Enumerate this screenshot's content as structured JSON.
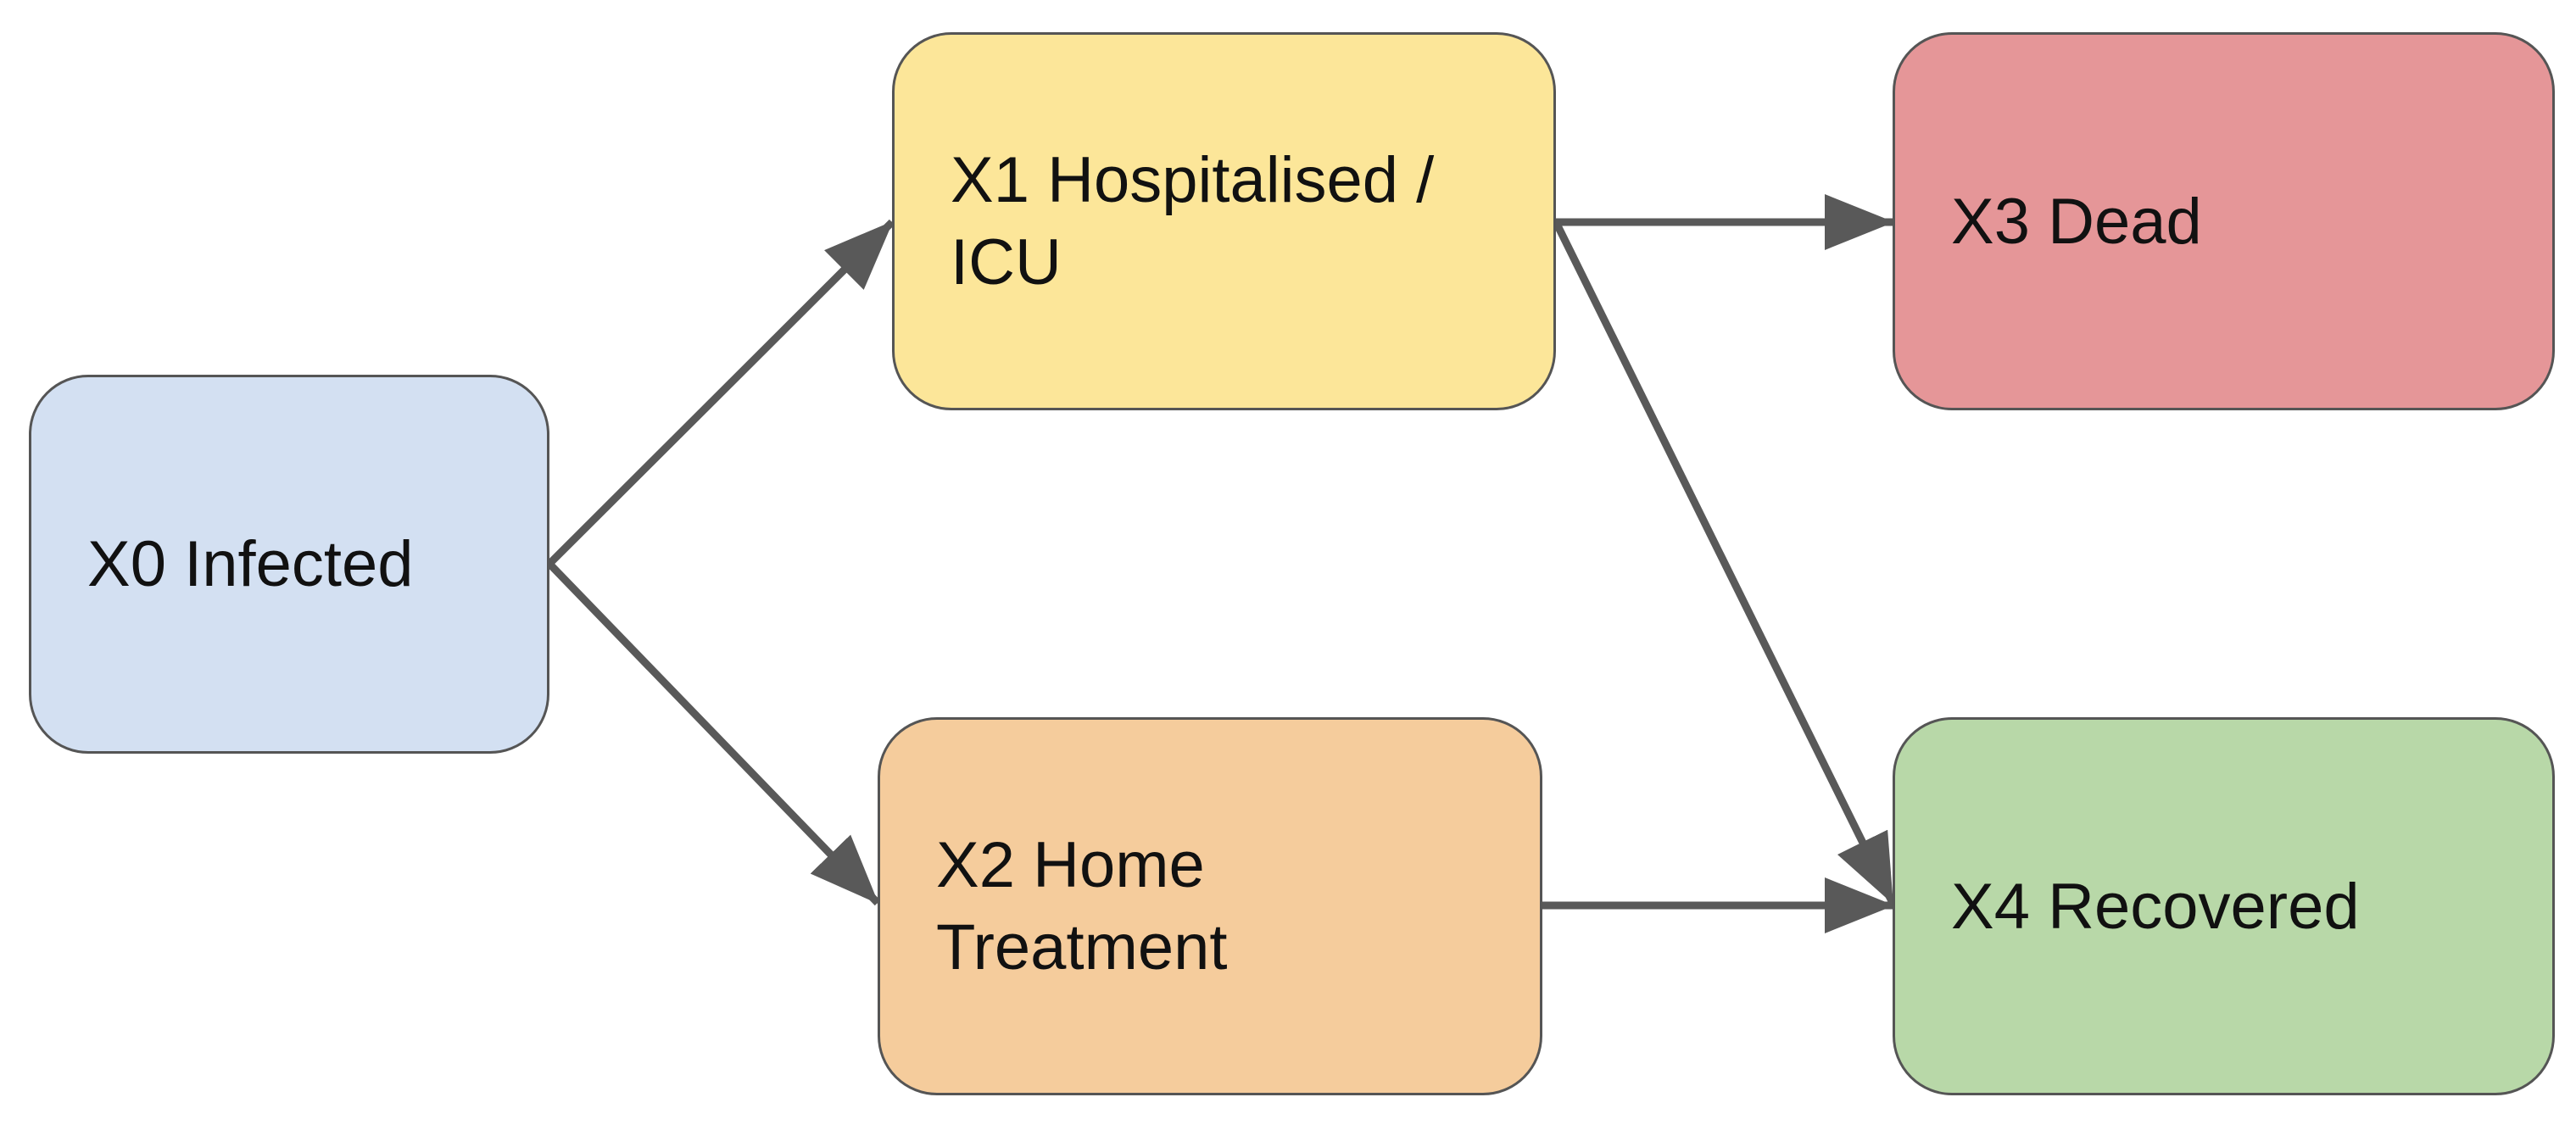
{
  "nodes": {
    "x0": {
      "label": "X0 Infected",
      "color": "#d3e0f2"
    },
    "x1": {
      "label": "X1 Hospitalised /\nICU",
      "color": "#fce699"
    },
    "x2": {
      "label": "X2 Home\nTreatment",
      "color": "#f5cc9c"
    },
    "x3": {
      "label": "X3 Dead",
      "color": "#e59698"
    },
    "x4": {
      "label": "X4 Recovered",
      "color": "#b8d8a8"
    }
  },
  "edges": [
    {
      "from": "X0 Infected",
      "to": "X1 Hospitalised / ICU"
    },
    {
      "from": "X0 Infected",
      "to": "X2 Home Treatment"
    },
    {
      "from": "X1 Hospitalised / ICU",
      "to": "X3 Dead"
    },
    {
      "from": "X1 Hospitalised / ICU",
      "to": "X4 Recovered"
    },
    {
      "from": "X2 Home Treatment",
      "to": "X4 Recovered"
    }
  ],
  "arrow_color": "#595959",
  "border_color": "#555555"
}
